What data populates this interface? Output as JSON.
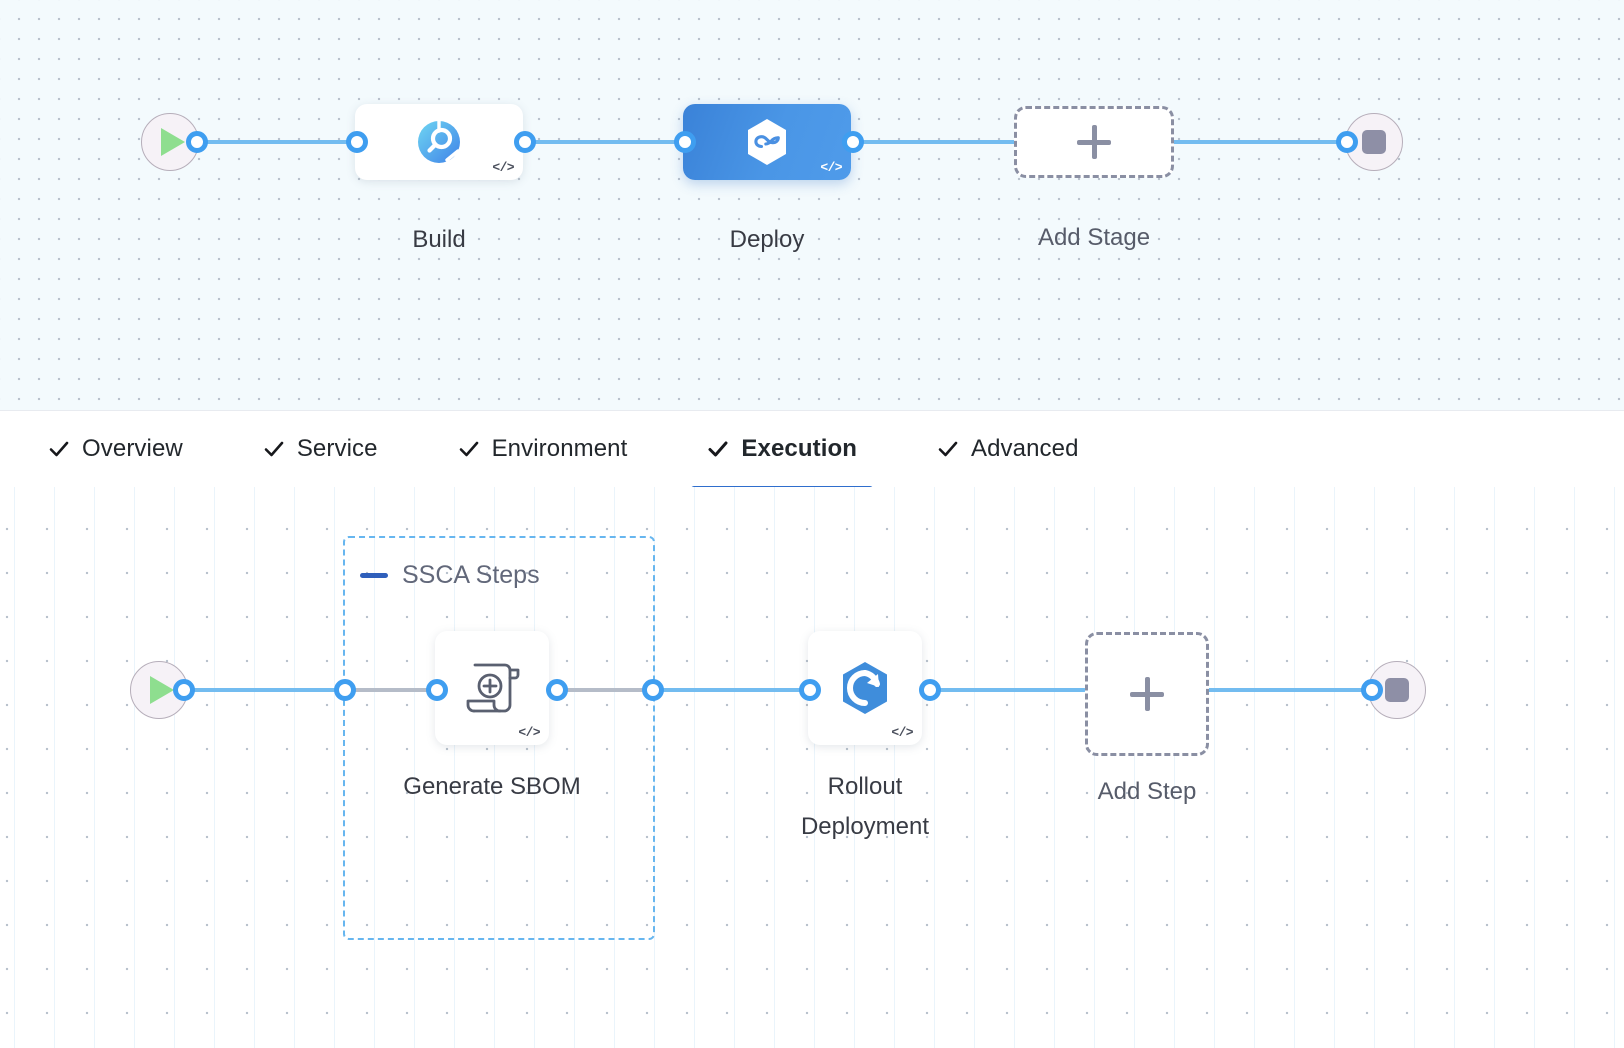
{
  "stage_canvas": {
    "name": "pipeline-stage-canvas",
    "start_node": {
      "icon": "play-icon",
      "label": ""
    },
    "end_node": {
      "icon": "stop-icon",
      "label": ""
    },
    "nodes": [
      {
        "id": "build",
        "label": "Build",
        "icon": "build-donut-search-icon",
        "badge": "</>",
        "selected": false,
        "type": "stage"
      },
      {
        "id": "deploy",
        "label": "Deploy",
        "icon": "deploy-hexagon-infinity-icon",
        "badge": "</>",
        "selected": true,
        "type": "stage"
      }
    ],
    "add_stage": {
      "label": "Add Stage",
      "icon": "plus-icon"
    }
  },
  "tabs": {
    "name": "stage-config-tabs",
    "items": [
      {
        "id": "overview",
        "label": "Overview",
        "icon": "check-icon",
        "active": false
      },
      {
        "id": "service",
        "label": "Service",
        "icon": "check-icon",
        "active": false
      },
      {
        "id": "environment",
        "label": "Environment",
        "icon": "check-icon",
        "active": false
      },
      {
        "id": "execution",
        "label": "Execution",
        "icon": "check-icon",
        "active": true
      },
      {
        "id": "advanced",
        "label": "Advanced",
        "icon": "check-icon",
        "active": false
      }
    ],
    "active_indicator_color": "#2f6ecd"
  },
  "step_canvas": {
    "name": "execution-step-canvas",
    "start_node": {
      "icon": "play-icon"
    },
    "end_node": {
      "icon": "stop-icon"
    },
    "group": {
      "id": "ssca-steps",
      "title": "SSCA Steps",
      "collapse_icon": "collapse-minus-icon",
      "border_color": "#67b6ef"
    },
    "steps": [
      {
        "id": "generate-sbom",
        "label": "Generate SBOM",
        "icon": "sbom-scroll-plus-icon",
        "badge": "</>",
        "in_group": true
      },
      {
        "id": "rollout-deployment",
        "label": "Rollout\nDeployment",
        "icon": "rollout-hexagon-arrow-icon",
        "badge": "</>",
        "in_group": false
      }
    ],
    "add_step": {
      "label": "Add Step",
      "icon": "plus-icon"
    }
  },
  "colors": {
    "edge": "#73bcf0",
    "port_ring": "#3f9ef0",
    "selected_node": "#4a90e2",
    "group_dashed": "#67b6ef",
    "add_dashed": "#8a8fa3",
    "stage_canvas_bg": "#f3fafd",
    "step_canvas_bg": "#ffffff"
  }
}
